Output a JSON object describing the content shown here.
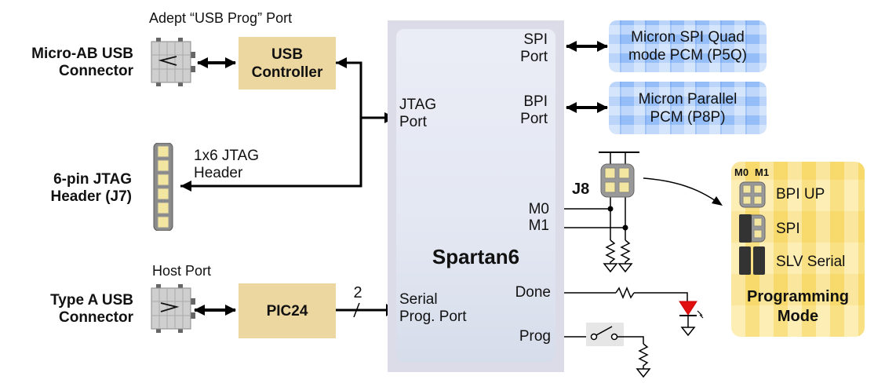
{
  "left": {
    "micro_usb": {
      "label_line1": "Micro-AB USB",
      "label_line2": "Connector",
      "port_caption": "Adept “USB Prog” Port"
    },
    "jtag_header": {
      "label_line1": "6-pin JTAG",
      "label_line2": "Header (J7)",
      "caption_line1": "1x6 JTAG",
      "caption_line2": "Header"
    },
    "type_a_usb": {
      "label_line1": "Type A USB",
      "label_line2": "Connector",
      "port_caption": "Host Port"
    }
  },
  "blocks": {
    "usb_controller": {
      "line1": "USB",
      "line2": "Controller"
    },
    "pic24": {
      "label": "PIC24"
    },
    "bus_width": "2"
  },
  "fpga": {
    "name": "Spartan6",
    "jtag_port": {
      "line1": "JTAG",
      "line2": "Port"
    },
    "spi_port": {
      "line1": "SPI",
      "line2": "Port"
    },
    "bpi_port": {
      "line1": "BPI",
      "line2": "Port"
    },
    "m0": "M0",
    "m1": "M1",
    "done": "Done",
    "prog": "Prog",
    "serial_port": {
      "line1": "Serial",
      "line2": "Prog. Port"
    }
  },
  "memory": {
    "spi_flash": {
      "line1": "Micron SPI Quad",
      "line2": "mode PCM (P5Q)"
    },
    "parallel_flash": {
      "line1": "Micron Parallel",
      "line2": "PCM (P8P)"
    }
  },
  "jumper": {
    "label": "J8"
  },
  "programming_mode": {
    "col_m0": "M0",
    "col_m1": "M1",
    "modes": [
      {
        "label": "BPI UP",
        "jumpers": "none"
      },
      {
        "label": "SPI",
        "jumpers": "M0"
      },
      {
        "label": "SLV Serial",
        "jumpers": "M0,M1"
      }
    ],
    "title_line1": "Programming",
    "title_line2": "Mode"
  },
  "colors": {
    "tan_block": "#edd7a1",
    "memory_blue": "#9cc2f7",
    "mode_yellow": "#fbe48a",
    "fpga_gray": "#dcdce8",
    "led_red": "#e01010"
  }
}
